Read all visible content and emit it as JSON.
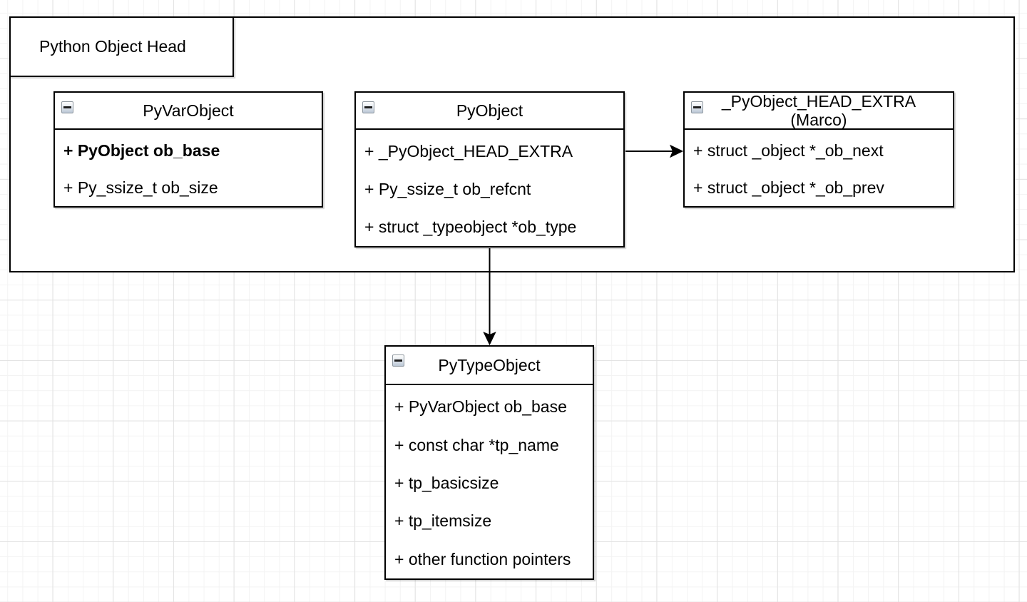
{
  "diagram": {
    "group_label": "Python Object Head",
    "classes": [
      {
        "title": "PyVarObject",
        "members": [
          "+ PyObject ob_base",
          "+ Py_ssize_t ob_size"
        ]
      },
      {
        "title": "PyObject",
        "members": [
          "+ _PyObject_HEAD_EXTRA",
          "+ Py_ssize_t ob_refcnt",
          "+ struct _typeobject *ob_type"
        ]
      },
      {
        "title": "_PyObject_HEAD_EXTRA",
        "subtitle": "(Marco)",
        "members": [
          "+ struct _object *_ob_next",
          "+ struct _object *_ob_prev"
        ]
      },
      {
        "title": "PyTypeObject",
        "members": [
          "+ PyVarObject ob_base",
          "+ const char *tp_name",
          "+ tp_basicsize",
          "+ tp_itemsize",
          "+ other function pointers"
        ]
      }
    ],
    "edges": [
      {
        "from": "PyObject",
        "to": "_PyObject_HEAD_EXTRA"
      },
      {
        "from": "PyObject",
        "to": "PyTypeObject"
      }
    ],
    "icons": {
      "collapse": "minus-in-square"
    },
    "colors": {
      "shape_fill": "#ffffff",
      "shape_stroke": "#000000",
      "grid_minor": "#f3f3f3",
      "grid_major": "#e2e2e2",
      "collapse_icon_base": "#bac6d4"
    }
  }
}
